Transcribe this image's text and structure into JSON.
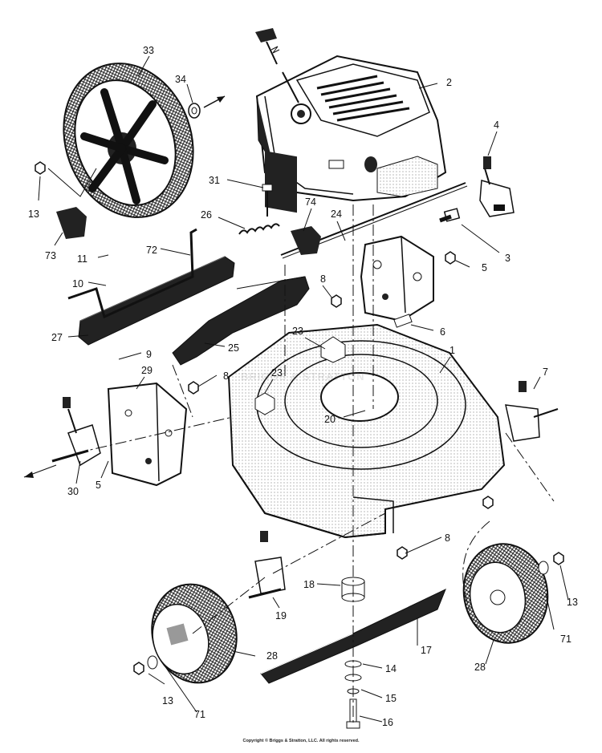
{
  "diagram": {
    "callouts": [
      {
        "id": "c33",
        "label": "33"
      },
      {
        "id": "c34",
        "label": "34"
      },
      {
        "id": "c2",
        "label": "2"
      },
      {
        "id": "c4",
        "label": "4"
      },
      {
        "id": "c13a",
        "label": "13"
      },
      {
        "id": "c73",
        "label": "73"
      },
      {
        "id": "c31",
        "label": "31"
      },
      {
        "id": "c74",
        "label": "74"
      },
      {
        "id": "c24",
        "label": "24"
      },
      {
        "id": "c26",
        "label": "26"
      },
      {
        "id": "c3",
        "label": "3"
      },
      {
        "id": "c11",
        "label": "11"
      },
      {
        "id": "c72",
        "label": "72"
      },
      {
        "id": "c5a",
        "label": "5"
      },
      {
        "id": "c10",
        "label": "10"
      },
      {
        "id": "c8a",
        "label": "8"
      },
      {
        "id": "c27",
        "label": "27"
      },
      {
        "id": "c6",
        "label": "6"
      },
      {
        "id": "c23a",
        "label": "23"
      },
      {
        "id": "c25",
        "label": "25"
      },
      {
        "id": "c1",
        "label": "1"
      },
      {
        "id": "c9",
        "label": "9"
      },
      {
        "id": "c29",
        "label": "29"
      },
      {
        "id": "c8b",
        "label": "8"
      },
      {
        "id": "c23b",
        "label": "23"
      },
      {
        "id": "c7",
        "label": "7"
      },
      {
        "id": "c20",
        "label": "20"
      },
      {
        "id": "c30",
        "label": "30"
      },
      {
        "id": "c5b",
        "label": "5"
      },
      {
        "id": "c8c",
        "label": "8"
      },
      {
        "id": "c18",
        "label": "18"
      },
      {
        "id": "c19",
        "label": "19"
      },
      {
        "id": "c13b",
        "label": "13"
      },
      {
        "id": "c17",
        "label": "17"
      },
      {
        "id": "c71a",
        "label": "71"
      },
      {
        "id": "c28a",
        "label": "28"
      },
      {
        "id": "c28b",
        "label": "28"
      },
      {
        "id": "c14",
        "label": "14"
      },
      {
        "id": "c15",
        "label": "15"
      },
      {
        "id": "c13c",
        "label": "13"
      },
      {
        "id": "c71b",
        "label": "71"
      },
      {
        "id": "c16",
        "label": "16"
      }
    ],
    "watermark": "BRIGGS & STRATTON",
    "copyright": "Copyright © Briggs & Stratton, LLC. All rights reserved."
  },
  "colors": {
    "ink": "#111111",
    "line": "#1a1a1a",
    "hatch": "#9a9a9a",
    "paper": "#ffffff"
  }
}
